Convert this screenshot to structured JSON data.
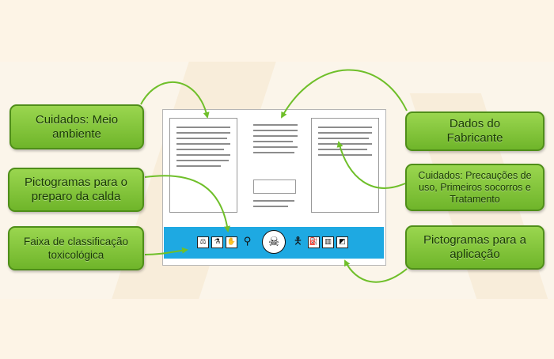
{
  "labels": {
    "meio_ambiente": "Cuidados: Meio ambiente",
    "pictogramas_calda": "Pictogramas para o preparo da calda",
    "faixa_toxicologica": "Faixa de classificação toxicológica",
    "dados_fabricante": "Dados do Fabricante",
    "cuidados_precaucoes": "Cuidados: Precauções de uso, Primeiros socorros e Tratamento",
    "pictogramas_aplicacao": "Pictogramas para a aplicação"
  },
  "icons": {
    "preparo": [
      "measure-icon",
      "mix-icon",
      "gloves-icon",
      "boots-icon"
    ],
    "toxicidade": "skull-icon",
    "aplicacao": [
      "person-icon",
      "sprayer-icon",
      "overalls-icon",
      "mask-icon"
    ]
  },
  "colors": {
    "label_green": "#7dc13a",
    "toxicity_strip": "#1ea9e2",
    "arrow": "#6fbf2a"
  }
}
